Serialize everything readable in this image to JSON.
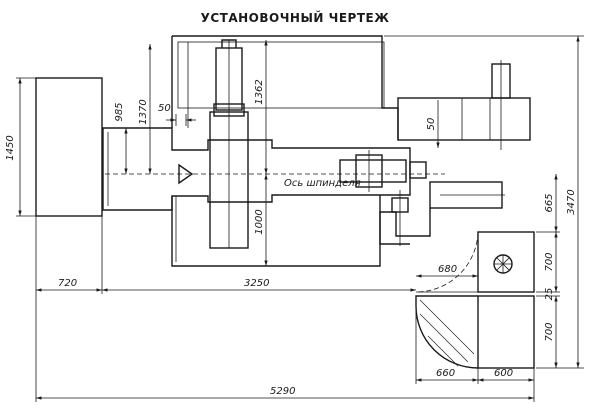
{
  "title": "УСТАНОВОЧНЫЙ ЧЕРТЕЖ",
  "axis_label": "Ось шпинделя",
  "dimensions": {
    "d1450": "1450",
    "d985": "985",
    "d1370": "1370",
    "d50a": "50",
    "d1362": "1362",
    "d50b": "50",
    "d1000": "1000",
    "d665": "665",
    "d3470": "3470",
    "d680": "680",
    "d700a": "700",
    "d25": "25",
    "d700b": "700",
    "d720": "720",
    "d3250": "3250",
    "d660": "660",
    "d600": "600",
    "d5290": "5290"
  }
}
